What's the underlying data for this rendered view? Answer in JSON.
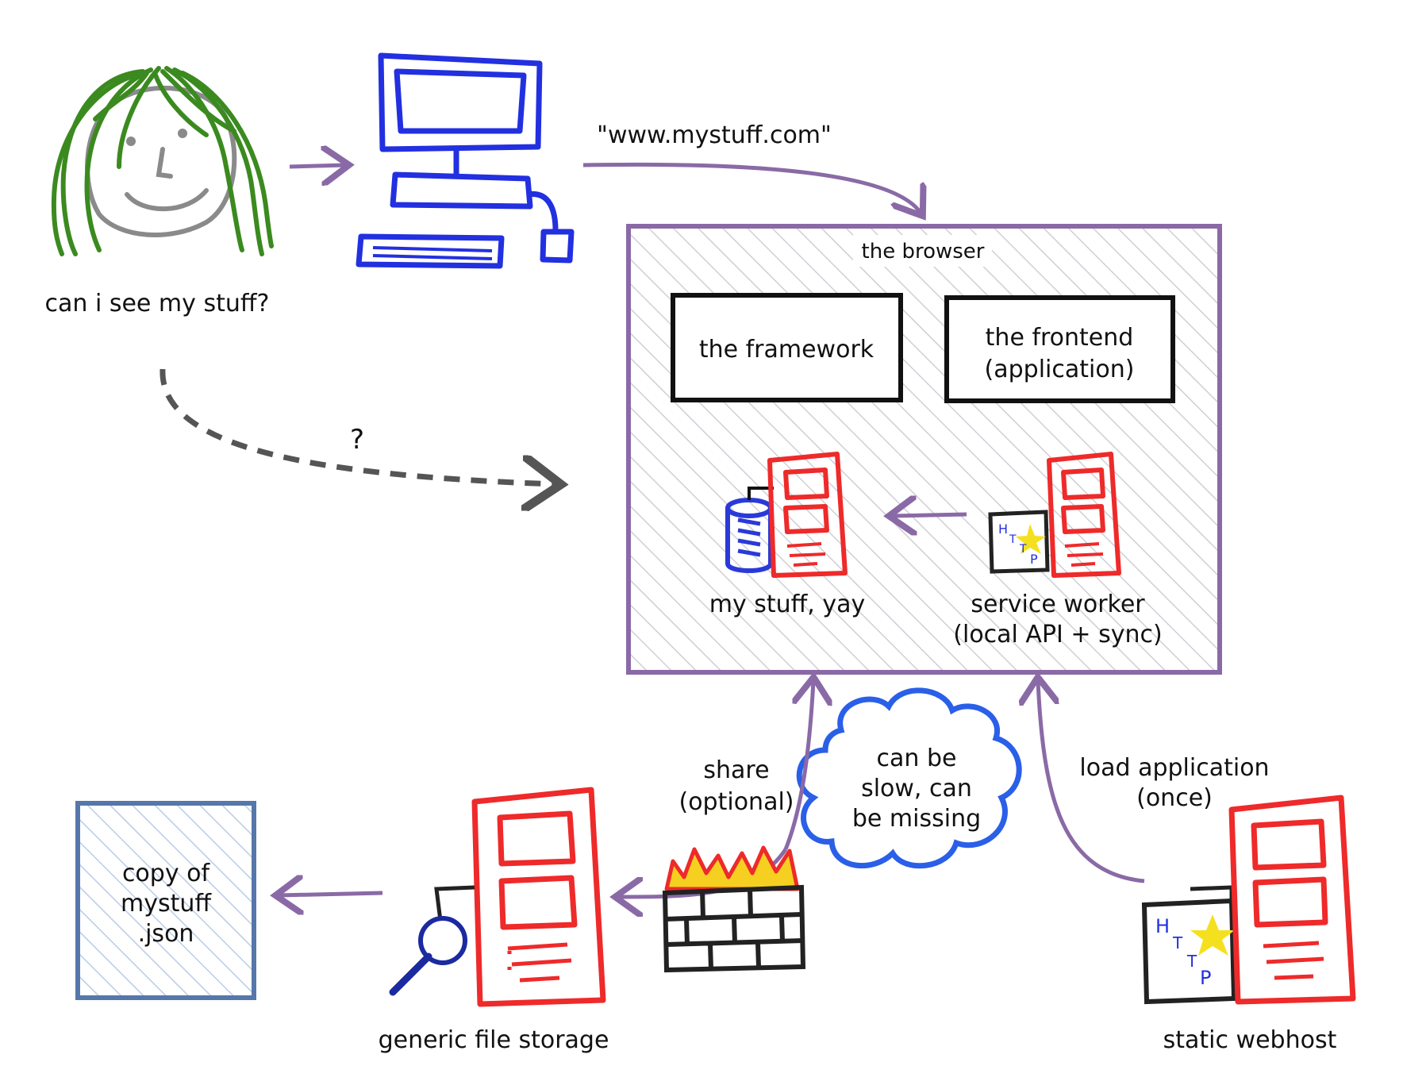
{
  "diagram": {
    "labels": {
      "user_question": "can i see my stuff?",
      "url": "\"www.mystuff.com\"",
      "browser_title": "the browser",
      "framework": "the framework",
      "frontend_line1": "the frontend",
      "frontend_line2": "(application)",
      "question_mark": "?",
      "my_stuff": "my stuff, yay",
      "service_worker_line1": "service worker",
      "service_worker_line2": "(local API + sync)",
      "share_line1": "share",
      "share_line2": "(optional)",
      "cloud_line1": "can be",
      "cloud_line2": "slow, can",
      "cloud_line3": "be missing",
      "load_line1": "load application",
      "load_line2": "(once)",
      "copy_line1": "copy of",
      "copy_line2": "mystuff",
      "copy_line3": ".json",
      "generic_storage": "generic file storage",
      "static_webhost": "static webhost",
      "http_letters": [
        "H",
        "T",
        "T",
        "P"
      ]
    },
    "colors": {
      "hair": "#3b8a1f",
      "face": "#8a8a8a",
      "computer": "#2230e0",
      "arrow": "#8a6aa6",
      "dashed_arrow": "#555555",
      "browser_border": "#8a6aa6",
      "hatch": "#cfcfd6",
      "box_border": "#111111",
      "server": "#ee2a2a",
      "database": "#2a3ad8",
      "http_doc": "#222222",
      "star": "#f5e020",
      "cloud": "#2a5fe8",
      "firewall": "#222222",
      "flames_red": "#ee2a2a",
      "flames_yellow": "#f5d020",
      "file_border": "#5577aa",
      "file_hatch": "#b8cce6",
      "magnifier": "#1c2aa0"
    },
    "icons": [
      "user-face-icon",
      "computer-icon",
      "server-icon",
      "database-icon",
      "http-document-icon",
      "cloud-icon",
      "firewall-icon",
      "magnifier-icon",
      "file-icon"
    ]
  }
}
